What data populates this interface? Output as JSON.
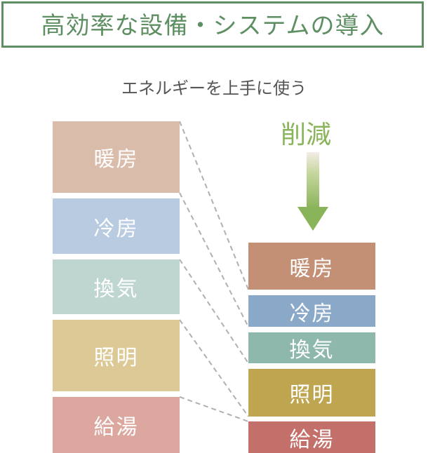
{
  "title": "高効率な設備・システムの導入",
  "subtitle": "エネルギーを上手に使う",
  "reduction_label": "削減",
  "colors": {
    "title_green": "#5e8f63",
    "arrow_green": "#8ab45a"
  },
  "before": [
    {
      "label": "暖房",
      "color": "#dabcab"
    },
    {
      "label": "冷房",
      "color": "#b9cbe0"
    },
    {
      "label": "換気",
      "color": "#bed5d0"
    },
    {
      "label": "照明",
      "color": "#dcc995"
    },
    {
      "label": "給湯",
      "color": "#dba79f"
    }
  ],
  "after": [
    {
      "label": "暖房",
      "color": "#c38f75"
    },
    {
      "label": "冷房",
      "color": "#8aa9c9"
    },
    {
      "label": "換気",
      "color": "#8fb8ad"
    },
    {
      "label": "照明",
      "color": "#bfa54f"
    },
    {
      "label": "給湯",
      "color": "#c4706a"
    }
  ]
}
